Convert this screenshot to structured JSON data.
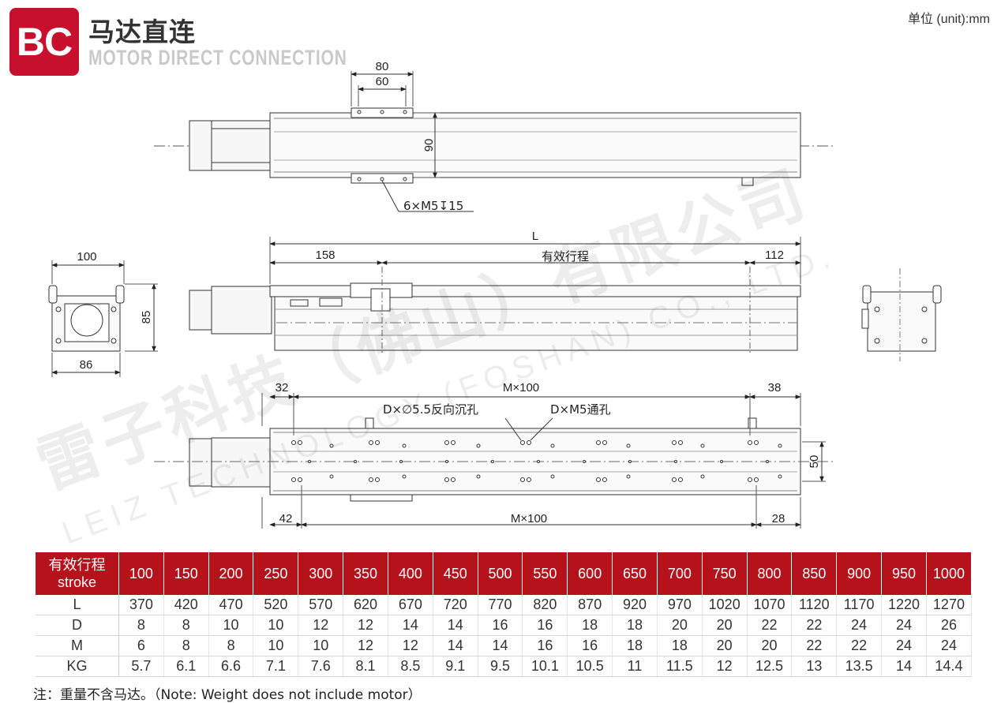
{
  "header": {
    "badge": "BC",
    "title_cn": "马达直连",
    "title_en": "MOTOR DIRECT CONNECTION",
    "unit": "单位 (unit):mm"
  },
  "dimensions": {
    "top_view": {
      "carriage_outer": "80",
      "carriage_inner": "60",
      "height": "90",
      "callout": "6×M5↧15"
    },
    "side_view": {
      "length": "L",
      "offset_left": "158",
      "stroke_label": "有效行程",
      "offset_right": "112"
    },
    "end_view_left": {
      "width_top": "100",
      "height": "85",
      "width_bottom": "86"
    },
    "bottom_view": {
      "offset_top_left": "32",
      "pitch_top": "M×100",
      "offset_top_right": "38",
      "hole_label_left": "D×∅5.5反向沉孔",
      "hole_label_right": "D×M5通孔",
      "rail_spacing": "50",
      "offset_bottom_left": "42",
      "pitch_bottom": "M×100",
      "offset_bottom_right": "28"
    }
  },
  "watermark": {
    "cn": "雷子科技（佛山）有限公司",
    "en": "LEIZ TECHNOLOGY (FOSHAN) CO., LTD."
  },
  "table": {
    "header_label_cn": "有效行程",
    "header_label_en": "stroke",
    "strokes": [
      "100",
      "150",
      "200",
      "250",
      "300",
      "350",
      "400",
      "450",
      "500",
      "550",
      "600",
      "650",
      "700",
      "750",
      "800",
      "850",
      "900",
      "950",
      "1000"
    ],
    "rows": [
      {
        "label": "L",
        "values": [
          "370",
          "420",
          "470",
          "520",
          "570",
          "620",
          "670",
          "720",
          "770",
          "820",
          "870",
          "920",
          "970",
          "1020",
          "1070",
          "1120",
          "1170",
          "1220",
          "1270"
        ]
      },
      {
        "label": "D",
        "values": [
          "8",
          "8",
          "10",
          "10",
          "12",
          "12",
          "14",
          "14",
          "16",
          "16",
          "18",
          "18",
          "20",
          "20",
          "22",
          "22",
          "24",
          "24",
          "26"
        ]
      },
      {
        "label": "M",
        "values": [
          "6",
          "8",
          "8",
          "10",
          "10",
          "12",
          "12",
          "14",
          "14",
          "16",
          "16",
          "18",
          "18",
          "20",
          "20",
          "22",
          "22",
          "24",
          "24"
        ]
      },
      {
        "label": "KG",
        "values": [
          "5.7",
          "6.1",
          "6.6",
          "7.1",
          "7.6",
          "8.1",
          "8.5",
          "9.1",
          "9.5",
          "10.1",
          "10.5",
          "11",
          "11.5",
          "12",
          "12.5",
          "13",
          "13.5",
          "14",
          "14.4"
        ]
      }
    ]
  },
  "note": "注：重量不含马达。（Note: Weight does not include motor）",
  "colors": {
    "brand_red": "#c8102e",
    "table_header": "#b5121b"
  }
}
